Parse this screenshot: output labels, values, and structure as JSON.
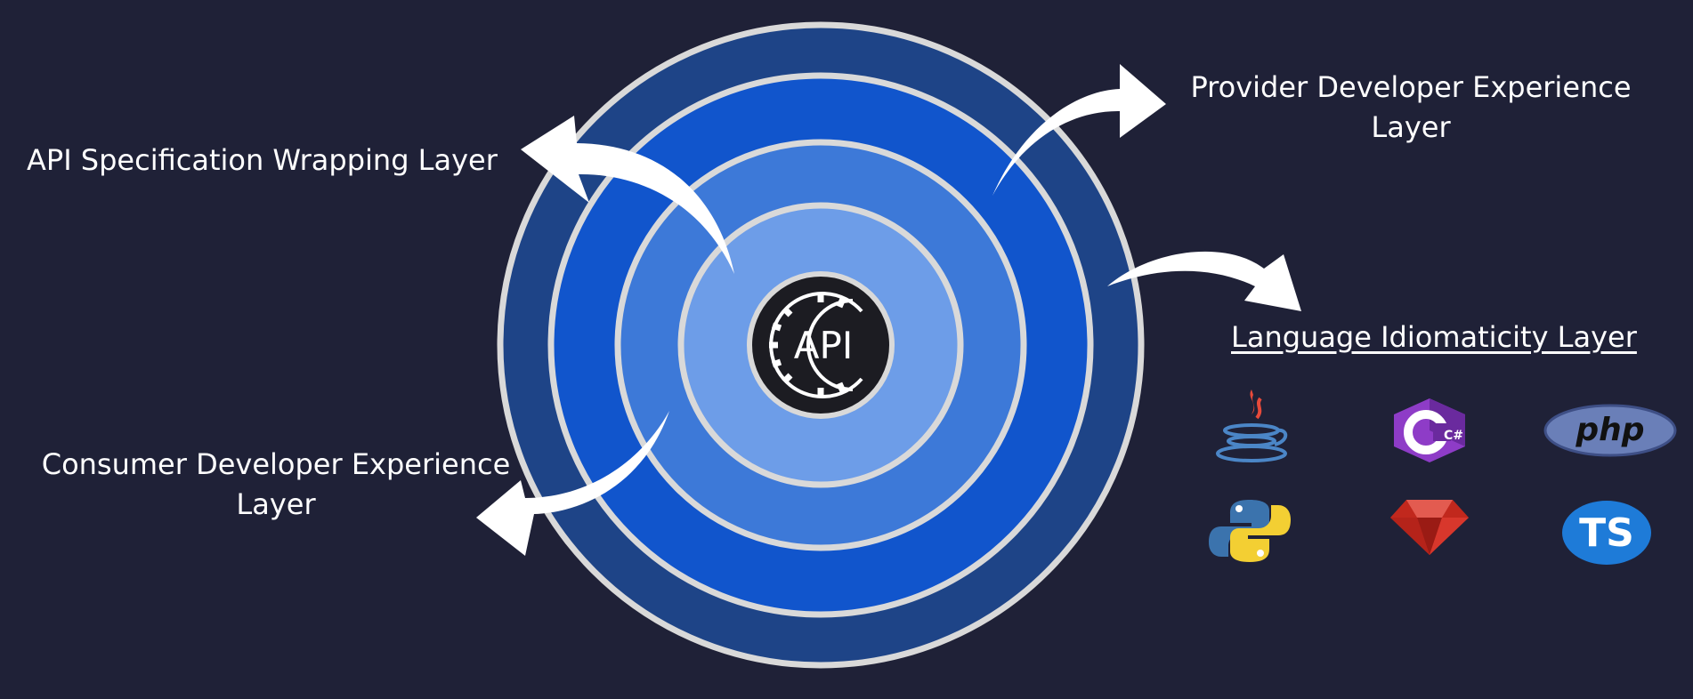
{
  "center_badge": "API",
  "labels": {
    "api_spec": "API Specification Wrapping Layer",
    "provider_line1": "Provider Developer Experience",
    "provider_line2": "Layer",
    "consumer_line1": "Consumer Developer Experience",
    "consumer_line2": "Layer",
    "language": "Language Idiomaticity Layer"
  },
  "languages": [
    {
      "name": "java-logo"
    },
    {
      "name": "csharp-logo",
      "text": "C#"
    },
    {
      "name": "php-logo",
      "text": "php"
    },
    {
      "name": "python-logo"
    },
    {
      "name": "ruby-logo"
    },
    {
      "name": "typescript-logo",
      "text": "TS"
    }
  ],
  "colors": {
    "background": "#1f2137",
    "ring_outer": "#1e4487",
    "ring_2": "#1155cc",
    "ring_3": "#3d79d8",
    "ring_inner": "#6d9de8",
    "hub": "#1c1c22",
    "ring_stroke": "#d9d9d9"
  }
}
